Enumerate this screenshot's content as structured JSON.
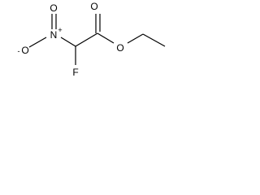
{
  "molecule": {
    "atoms": {
      "o_carbonyl": "O",
      "o_ester": "O",
      "n_nitro": "N",
      "n_plus": "+",
      "o_nitro_double": "O",
      "o_nitro_minus": "O",
      "o_minus": "-",
      "f": "F"
    }
  }
}
